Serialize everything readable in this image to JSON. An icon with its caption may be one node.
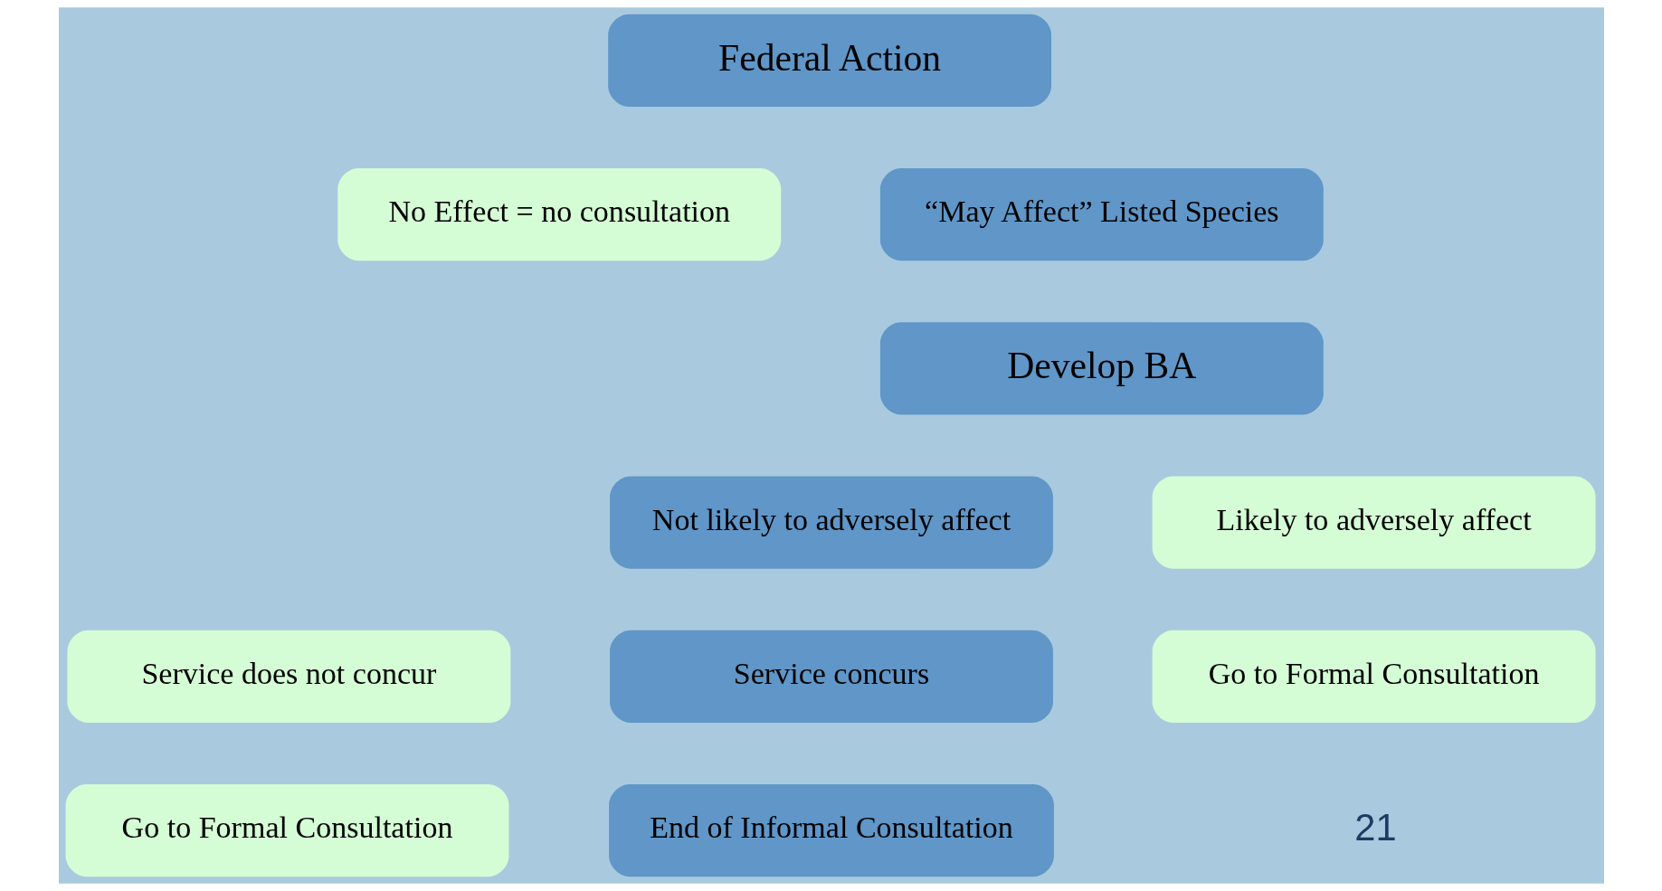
{
  "diagram": {
    "nodes": [
      {
        "text": [
          "Federal Action"
        ]
      },
      {
        "text": [
          "No Effect = no consultation"
        ]
      },
      {
        "text": [
          "“May Affect” Listed Species"
        ]
      },
      {
        "text": [
          "Develop BA"
        ]
      },
      {
        "text": [
          "Not likely to adversely affect"
        ]
      },
      {
        "text": [
          "Likely to adversely affect"
        ]
      },
      {
        "text": [
          "Service does not concur"
        ]
      },
      {
        "text": [
          "Service concurs"
        ]
      },
      {
        "text": [
          "Go to Formal Consultation"
        ]
      },
      {
        "text": [
          "Go to Formal Consultation"
        ]
      },
      {
        "text": [
          "End of Informal Consultation"
        ]
      }
    ],
    "edges": [],
    "labels": [
      "21"
    ]
  }
}
